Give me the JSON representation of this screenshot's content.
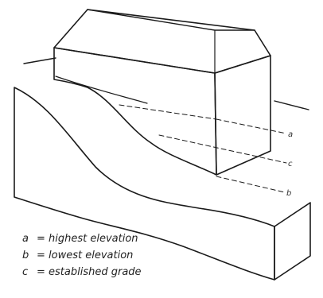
{
  "markers": {
    "a": "a",
    "c": "c",
    "b": "b"
  },
  "legend": [
    {
      "letter": "a",
      "text": "= highest elevation"
    },
    {
      "letter": "b",
      "text": "= lowest elevation"
    },
    {
      "letter": "c",
      "text": "= established grade"
    }
  ],
  "colors": {
    "section_fill": "#c8c8c8",
    "ink": "#1a1a1a",
    "paper": "#ffffff"
  }
}
